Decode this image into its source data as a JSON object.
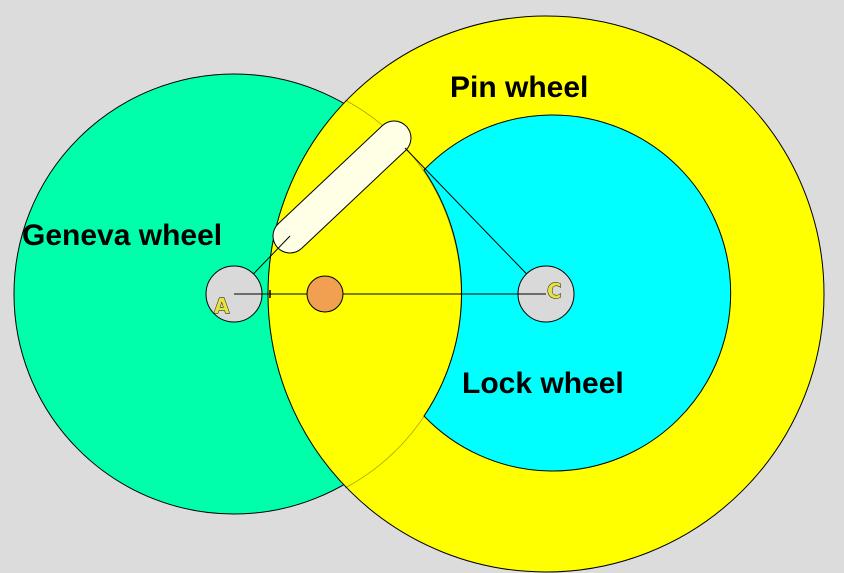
{
  "labels": {
    "pin_wheel": "Pin wheel",
    "geneva_wheel": "Geneva wheel",
    "lock_wheel": "Lock wheel"
  },
  "points": {
    "a": "A",
    "c": "C"
  },
  "colors": {
    "background": "#dcdcdc",
    "geneva_wheel": "#00ffaa",
    "pin_wheel": "#ffff00",
    "lock_wheel": "#00ffff",
    "slot": "#ffffe6",
    "pin": "#f0a050",
    "hub": "#d9d9d9",
    "outline": "#000000"
  }
}
